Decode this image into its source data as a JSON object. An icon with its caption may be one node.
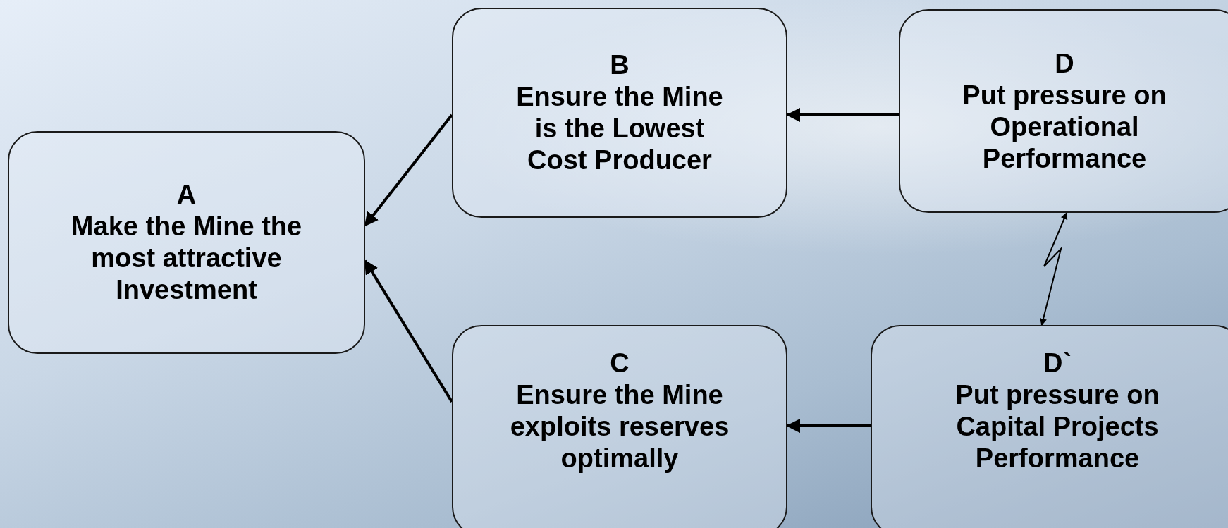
{
  "diagram": {
    "nodes": [
      {
        "text": [
          "A",
          "Make the Mine the most attractive Investment"
        ]
      },
      {
        "text": [
          "B",
          "Ensure the Mine is the Lowest Cost Producer"
        ]
      },
      {
        "text": [
          "D",
          "Put pressure on Operational Performance"
        ]
      },
      {
        "text": [
          "C",
          "Ensure the Mine exploits reserves optimally"
        ]
      },
      {
        "text": [
          "D`",
          "Put pressure on Capital Projects Performance"
        ]
      }
    ],
    "edges": [
      {
        "from": 2,
        "to": 1,
        "arrow": "to"
      },
      {
        "from": 1,
        "to": 0,
        "arrow": "to"
      },
      {
        "from": 3,
        "to": 0,
        "arrow": "to"
      },
      {
        "from": 4,
        "to": 3,
        "arrow": "to"
      },
      {
        "from": 2,
        "to": 4,
        "arrow": "both"
      }
    ]
  }
}
